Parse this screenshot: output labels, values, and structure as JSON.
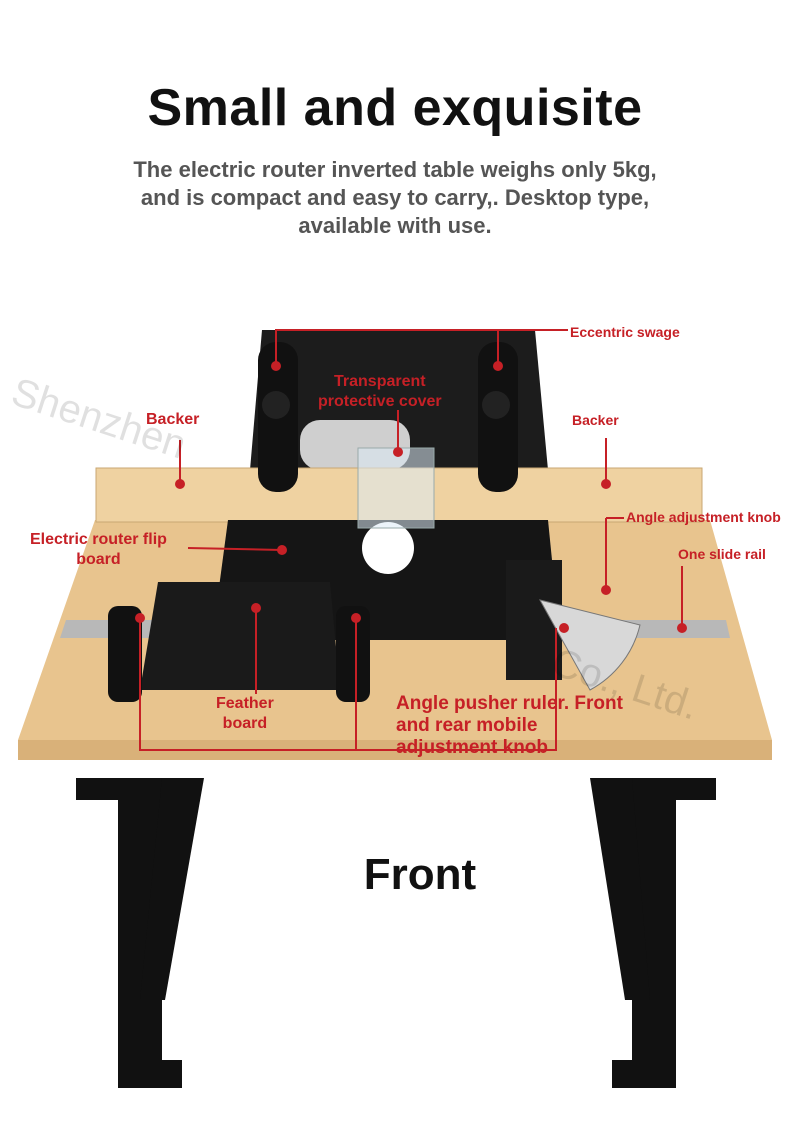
{
  "heading": "Small and exquisite",
  "description": {
    "line1": "The electric router inverted table weighs only 5kg,",
    "line2": "and is compact and easy to carry,. Desktop type,",
    "line3": "available with use."
  },
  "callouts": {
    "eccentric_swage": "Eccentric swage",
    "transparent_cover_1": "Transparent",
    "transparent_cover_2": "protective cover",
    "backer_left": "Backer",
    "backer_right": "Backer",
    "angle_knob": "Angle adjustment knob",
    "flip_board_1": "Electric router flip",
    "flip_board_2": "board",
    "slide_rail": "One slide rail",
    "feather_board_1": "Feather",
    "feather_board_2": "board",
    "pusher_1": "Angle pusher ruler. Front",
    "pusher_2": "and rear mobile",
    "pusher_3": "adjustment knob"
  },
  "view_label": "Front",
  "watermark": {
    "part1": "Shenzhen",
    "part2": "Co., Ltd."
  },
  "colors": {
    "callout": "#c62026",
    "wood": "#e8c48e",
    "metal": "#111111"
  }
}
